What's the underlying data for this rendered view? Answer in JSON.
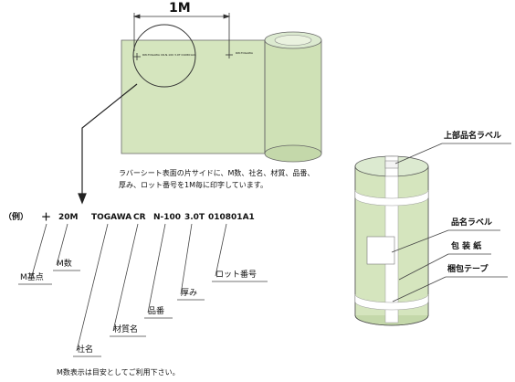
{
  "roll_top": {
    "length_mark": "1M",
    "print_small": "RW-TOGAWA CR-N-100 3.0T 010801A1",
    "print_small_right": "RW-TOGAWA",
    "description_line1": "ラバーシート表面の片サイドに、M数、社名、材質、品番、",
    "description_line2": "厚み、ロット番号を1M毎に印字しています。"
  },
  "example": {
    "prefix": "（例）",
    "codes": {
      "base": "＋",
      "meter": "20M",
      "company": "TOGAWA",
      "material": "CR",
      "part": "N-100",
      "thickness": "3.0T",
      "lot": "010801A1"
    },
    "labels": {
      "base": "M基点",
      "meter": "M数",
      "company": "社名",
      "material": "材質名",
      "part": "品番",
      "thickness": "厚み",
      "lot": "ロット番号"
    },
    "note": "M数表示は目安としてご利用下さい。"
  },
  "package": {
    "top_label": "上部品名ラベル",
    "name_label": "品名ラベル",
    "wrapping_paper": "包 装 紙",
    "tape": "梱包テープ"
  },
  "colors": {
    "sheet_fill": "#d5e5be",
    "sheet_shade": "#c4d8aa",
    "line": "#444444"
  }
}
